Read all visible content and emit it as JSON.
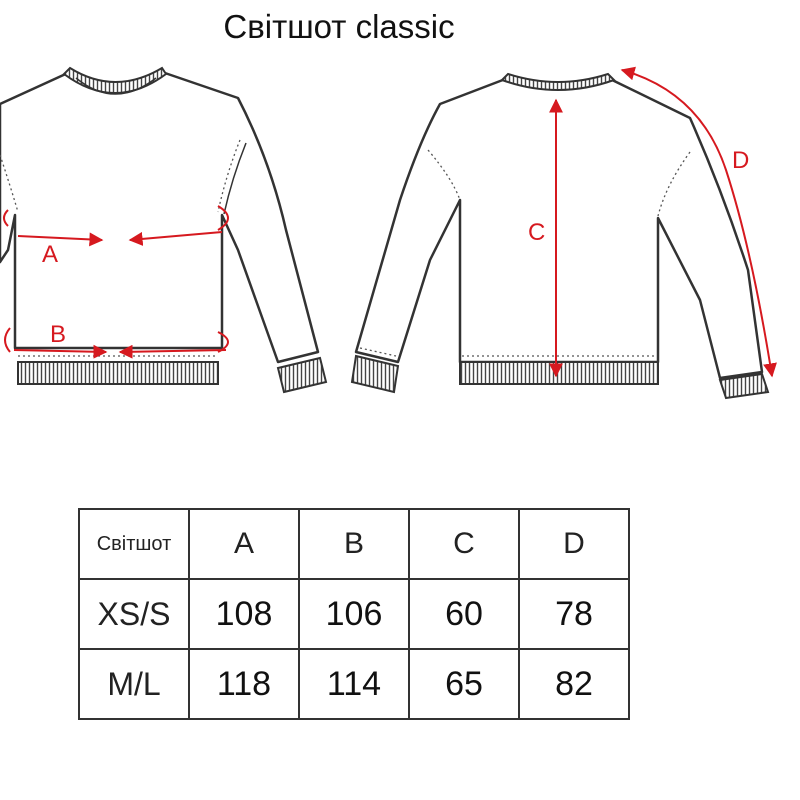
{
  "title": "Світшот classic",
  "labels": {
    "a": "A",
    "b": "B",
    "c": "C",
    "d": "D"
  },
  "colors": {
    "measure": "#d6191f",
    "outline": "#333333"
  },
  "table": {
    "corner": "Світшот",
    "columns": [
      "A",
      "B",
      "C",
      "D"
    ],
    "rows": [
      {
        "size": "XS/S",
        "values": [
          "108",
          "106",
          "60",
          "78"
        ]
      },
      {
        "size": "M/L",
        "values": [
          "118",
          "114",
          "65",
          "82"
        ]
      }
    ]
  }
}
